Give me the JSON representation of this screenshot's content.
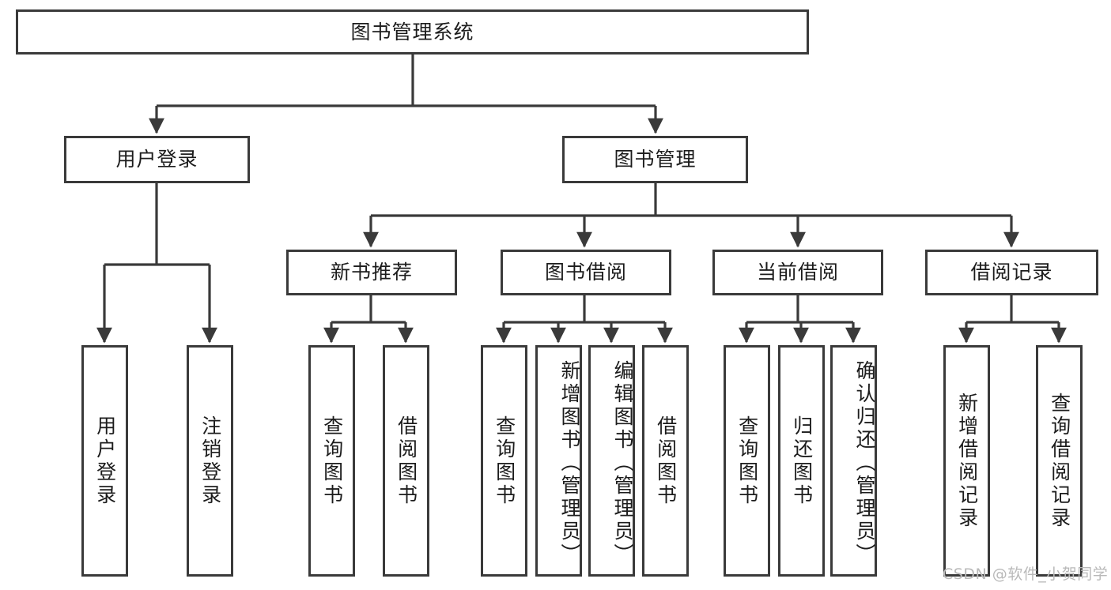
{
  "diagram": {
    "title": "图书管理系统",
    "type": "tree",
    "colors": {
      "box_border": "#3a3a3a",
      "box_fill": "#ffffff",
      "connector": "#3a3a3a",
      "text": "#1c1c1c",
      "background": "#ffffff",
      "watermark": "#b9b9b9"
    },
    "root": {
      "label": "图书管理系统"
    },
    "level2": [
      {
        "label": "用户登录"
      },
      {
        "label": "图书管理"
      }
    ],
    "level3": [
      {
        "label": "新书推荐"
      },
      {
        "label": "图书借阅"
      },
      {
        "label": "当前借阅"
      },
      {
        "label": "借阅记录"
      }
    ],
    "leaves": {
      "user_login": [
        {
          "label": "用户登录"
        },
        {
          "label": "注销登录"
        }
      ],
      "new_book_recommend": [
        {
          "label": "查询图书"
        },
        {
          "label": "借阅图书"
        }
      ],
      "book_borrow": [
        {
          "label": "查询图书"
        },
        {
          "label": "新增图书（管理员）"
        },
        {
          "label": "编辑图书（管理员）"
        },
        {
          "label": "借阅图书"
        }
      ],
      "current_borrow": [
        {
          "label": "查询图书"
        },
        {
          "label": "归还图书"
        },
        {
          "label": "确认归还（管理员）"
        }
      ],
      "borrow_record": [
        {
          "label": "新增借阅记录"
        },
        {
          "label": "查询借阅记录"
        }
      ]
    }
  },
  "watermark": {
    "text": "CSDN @软件_小贺同学"
  }
}
